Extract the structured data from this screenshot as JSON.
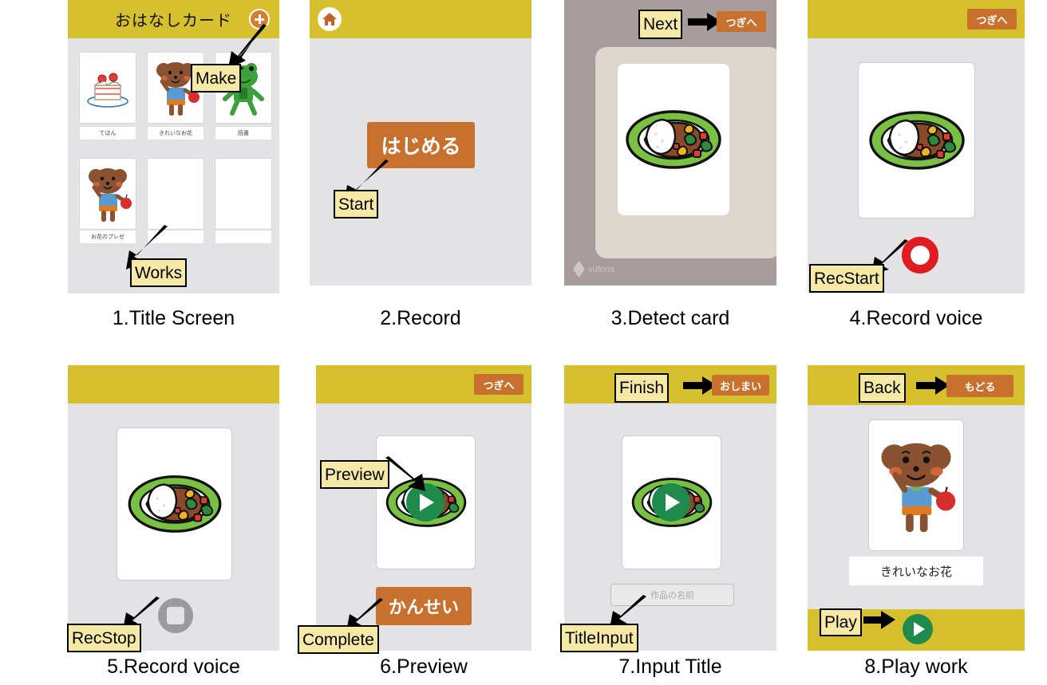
{
  "panels": [
    {
      "id": "title-screen",
      "caption": "1.Title Screen",
      "header_title": "おはなしカード",
      "plus_icon": "plus-icon",
      "thumbnails": [
        {
          "label": "てほん",
          "art": "cake"
        },
        {
          "label": "きれいなお花",
          "art": "bear"
        },
        {
          "label": "読書",
          "art": "frog"
        },
        {
          "label": "お花のプレゼ",
          "art": "bear"
        },
        {
          "label": "",
          "art": "none"
        },
        {
          "label": "",
          "art": "none"
        }
      ],
      "annotations": [
        {
          "label": "Make"
        },
        {
          "label": "Works"
        }
      ]
    },
    {
      "id": "record",
      "caption": "2.Record",
      "home_icon": "home-icon",
      "start_button": "はじめる",
      "annotations": [
        {
          "label": "Start"
        }
      ]
    },
    {
      "id": "detect-card",
      "caption": "3.Detect card",
      "next_button": "つぎへ",
      "watermark": "vuforia",
      "card_art": "curry-plate",
      "annotations": [
        {
          "label": "Next"
        }
      ]
    },
    {
      "id": "record-voice-start",
      "caption": "4.Record voice",
      "next_button": "つぎへ",
      "card_art": "curry-plate",
      "rec_button": "record-start-icon",
      "annotations": [
        {
          "label": "RecStart"
        }
      ]
    },
    {
      "id": "record-voice-stop",
      "caption": "5.Record voice",
      "card_art": "curry-plate",
      "rec_button": "record-stop-icon",
      "annotations": [
        {
          "label": "RecStop"
        }
      ]
    },
    {
      "id": "preview",
      "caption": "6.Preview",
      "next_button": "つぎへ",
      "card_art": "curry-plate",
      "play_overlay": "play-icon",
      "complete_button": "かんせい",
      "annotations": [
        {
          "label": "Preview"
        },
        {
          "label": "Complete"
        }
      ]
    },
    {
      "id": "input-title",
      "caption": "7.Input Title",
      "finish_button": "おしまい",
      "card_art": "curry-plate",
      "play_overlay": "play-icon",
      "title_placeholder": "作品の名前",
      "annotations": [
        {
          "label": "Finish"
        },
        {
          "label": "TitleInput"
        }
      ]
    },
    {
      "id": "play-work",
      "caption": "8.Play work",
      "back_button": "もどる",
      "card_art": "bear",
      "work_title": "きれいなお花",
      "play_button": "play-icon",
      "annotations": [
        {
          "label": "Back"
        },
        {
          "label": "Play"
        }
      ]
    }
  ],
  "colors": {
    "header_yellow": "#d6c02e",
    "button_orange": "#c8712e",
    "panel_gray": "#e3e3e5",
    "annotation_yellow": "#f6e8a5",
    "record_red": "#e11b22",
    "record_gray": "#9b9b9b",
    "play_green": "#1e8a4c",
    "camera_bg": "#a79b9b"
  }
}
